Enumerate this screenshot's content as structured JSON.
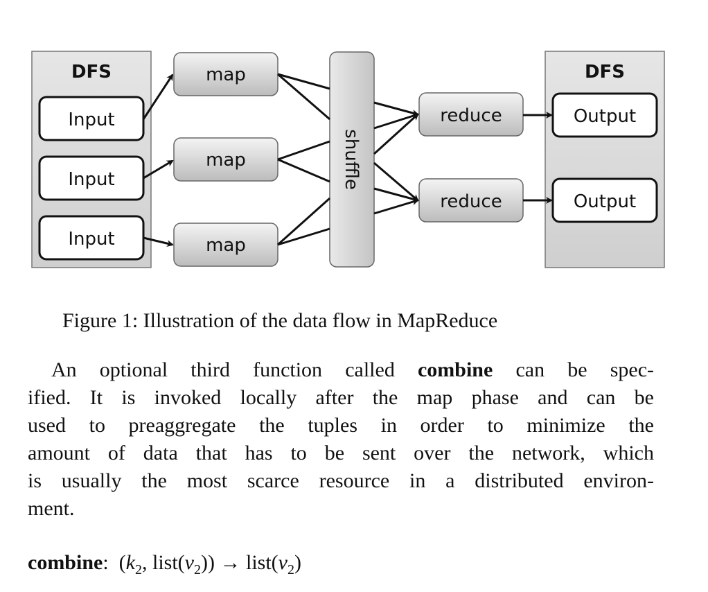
{
  "figure": {
    "dfs_left_label": "DFS",
    "dfs_right_label": "DFS",
    "inputs": [
      "Input",
      "Input",
      "Input"
    ],
    "maps": [
      "map",
      "map",
      "map"
    ],
    "shuffle_label": "shuffle",
    "reduces": [
      "reduce",
      "reduce"
    ],
    "outputs": [
      "Output",
      "Output"
    ],
    "colors": {
      "dfs_fill": "#d6d6d6",
      "node_fill_top": "#f2f2f2",
      "node_fill_bottom": "#bdbdbd",
      "io_fill": "#ffffff",
      "stroke": "#111111"
    }
  },
  "caption": "Figure 1: Illustration of the data flow in MapReduce",
  "paragraph": {
    "line1_pre": "An optional third function called ",
    "line1_bold": "combine",
    "line1_post": " can be spec-",
    "line2": "ified. It is invoked locally after the map phase and can be",
    "line3": "used to preaggregate the tuples in order to minimize the",
    "line4": "amount of data that has to be sent over the network, which",
    "line5": "is usually the most scarce resource in a distributed environ-",
    "line6": "ment."
  },
  "formula": {
    "name": "combine",
    "colon": ":",
    "open": "(",
    "k": "k",
    "k_sub": "2",
    "comma": ", list(",
    "v1": "v",
    "v1_sub": "2",
    "close": "))",
    "arrow": "→",
    "rhs": "list(",
    "v2": "v",
    "v2_sub": "2",
    "rhs_close": ")"
  }
}
